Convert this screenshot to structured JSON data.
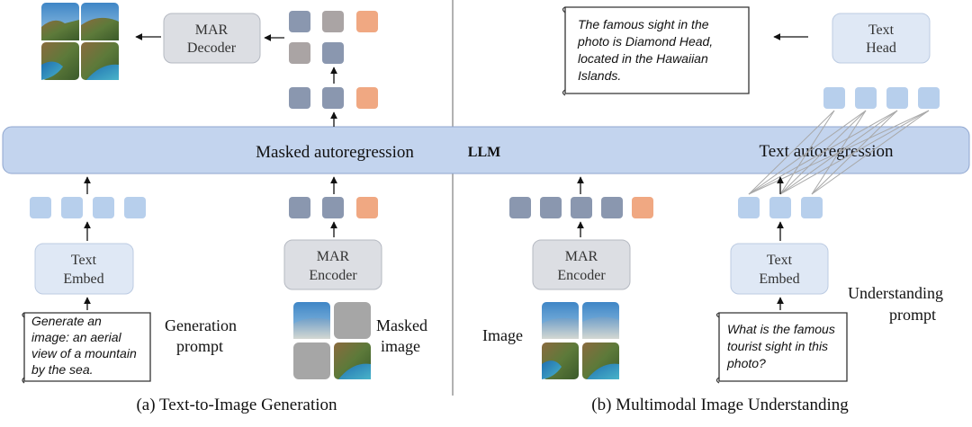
{
  "llm_band": {
    "left_label": "Masked autoregression",
    "center_label": "LLM",
    "right_label": "Text autoregression"
  },
  "left_panel": {
    "caption": "(a) Text-to-Image Generation",
    "mar_decoder": [
      "MAR",
      "Decoder"
    ],
    "mar_encoder": [
      "MAR",
      "Encoder"
    ],
    "text_embed": [
      "Text",
      "Embed"
    ],
    "prompt_lines": [
      "Generate an",
      "image: an aerial",
      "view of a mountain",
      "by the sea."
    ],
    "generation_prompt_label": [
      "Generation",
      "prompt"
    ],
    "masked_image_label": [
      "Masked",
      "image"
    ]
  },
  "right_panel": {
    "caption": "(b) Multimodal Image Understanding",
    "text_head": [
      "Text",
      "Head"
    ],
    "mar_encoder": [
      "MAR",
      "Encoder"
    ],
    "text_embed": [
      "Text",
      "Embed"
    ],
    "answer_lines": [
      "The famous sight in the",
      "photo is Diamond Head,",
      "located in the Hawaiian",
      "Islands."
    ],
    "question_lines": [
      "What is the famous",
      "tourist sight in this",
      "photo?"
    ],
    "image_label": "Image",
    "understanding_prompt_label": [
      "Understanding",
      "prompt"
    ]
  },
  "colors": {
    "band_fill": "#c3d4ee",
    "band_stroke": "#8fa6cf",
    "box_fill": "#dfe8f5",
    "box_fill_gray": "#dcdee3",
    "token_light": "#b7cfec",
    "token_dark": "#8a97af",
    "token_gray": "#aaa4a4",
    "token_orange": "#f0a882",
    "mask_gray": "#a6a6a6"
  }
}
